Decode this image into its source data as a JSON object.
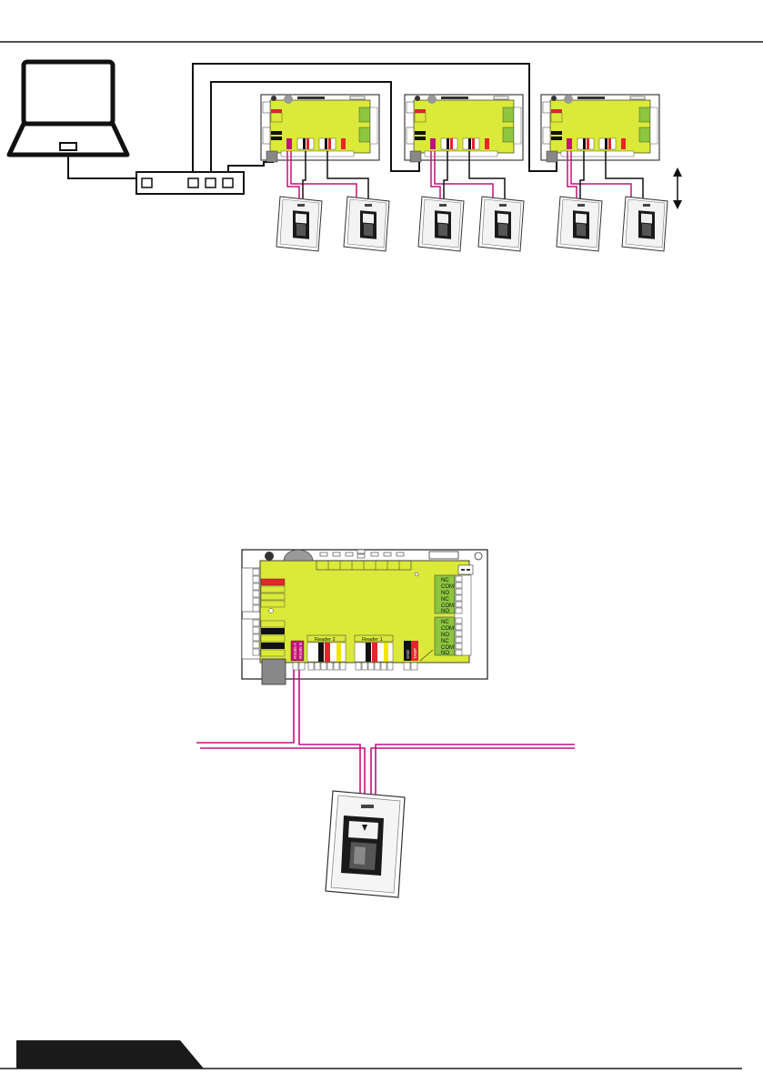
{
  "colors": {
    "board": "#dbe93a",
    "board_edge": "#1a1a1a",
    "wire_pink": "#c2127e",
    "wire_black": "#111111",
    "terminal_red": "#e3262c",
    "footer": "#1a1a1a"
  },
  "icons": {
    "laptop": "laptop-icon",
    "switch": "network-switch-icon",
    "reader": "fingerprint-reader-icon",
    "arrow": "double-arrow-icon"
  },
  "detail_board": {
    "reader2_label": "Reader 2",
    "reader1_label": "Reader 1",
    "relay_labels_top": [
      "NC",
      "COM",
      "NO",
      "NC",
      "COM",
      "NO"
    ],
    "relay_labels_bottom": [
      "NC",
      "COM",
      "NO",
      "NC",
      "COM",
      "NO"
    ],
    "bus_labels": [
      "RS485 A",
      "RS485 B"
    ],
    "input_labels": [
      "GND",
      "TAMP"
    ]
  }
}
